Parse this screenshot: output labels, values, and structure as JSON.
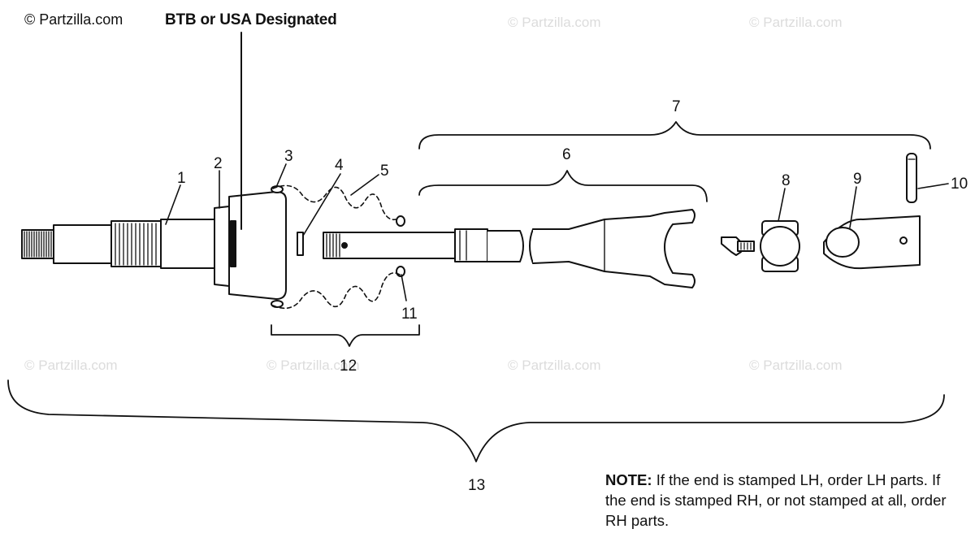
{
  "header": {
    "copyright": "© Partzilla.com",
    "designation": "BTB or USA Designated"
  },
  "watermark": "© Partzilla.com",
  "callouts": {
    "1": "1",
    "2": "2",
    "3": "3",
    "4": "4",
    "5": "5",
    "6": "6",
    "7": "7",
    "8": "8",
    "9": "9",
    "10": "10",
    "11": "11",
    "12": "12",
    "13": "13"
  },
  "note": {
    "label": "NOTE:",
    "text": " If the end is stamped LH, order LH parts.  If the end is stamped RH, or not stamped at all, order RH parts."
  }
}
